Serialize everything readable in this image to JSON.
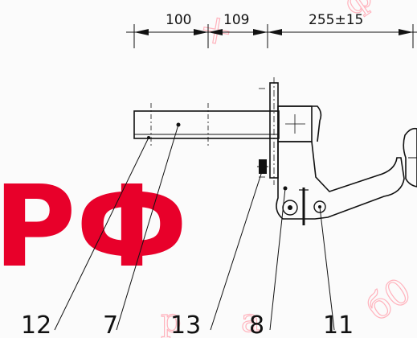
{
  "dimensions": {
    "d1": "100",
    "d2": "109",
    "d3": "255±15"
  },
  "callouts": {
    "c12": "12",
    "c7": "7",
    "c13": "13",
    "c8": "8",
    "c11": "11"
  },
  "watermark": {
    "text": "РФ",
    "color": "#e8002a"
  }
}
